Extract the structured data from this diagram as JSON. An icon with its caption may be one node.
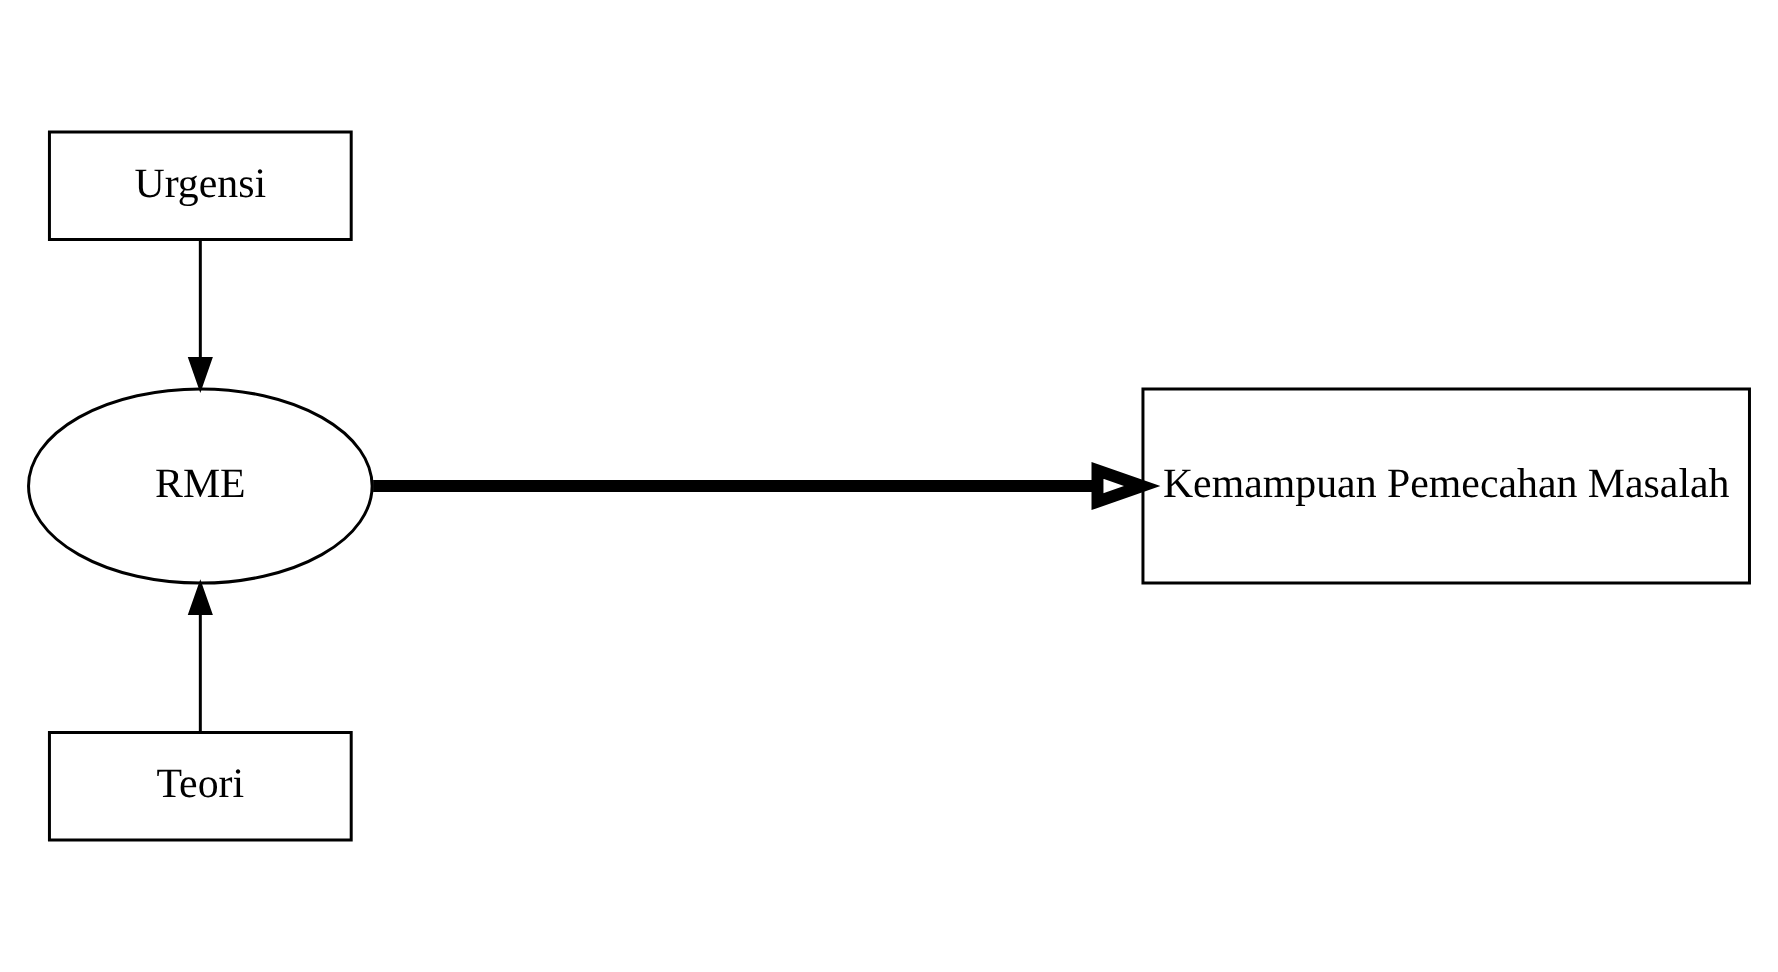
{
  "diagram": {
    "nodes": [
      {
        "text": [
          "Urgensi"
        ]
      },
      {
        "text": [
          "RME"
        ]
      },
      {
        "text": [
          "Kemampuan Pemecahan Masalah"
        ]
      },
      {
        "text": [
          "Teori"
        ]
      }
    ],
    "edges": [
      {
        "from": 0,
        "to": 1,
        "arrow": "to"
      },
      {
        "from": 3,
        "to": 1,
        "arrow": "to"
      },
      {
        "from": 1,
        "to": 2,
        "arrow": "to",
        "style": "thick"
      }
    ]
  }
}
